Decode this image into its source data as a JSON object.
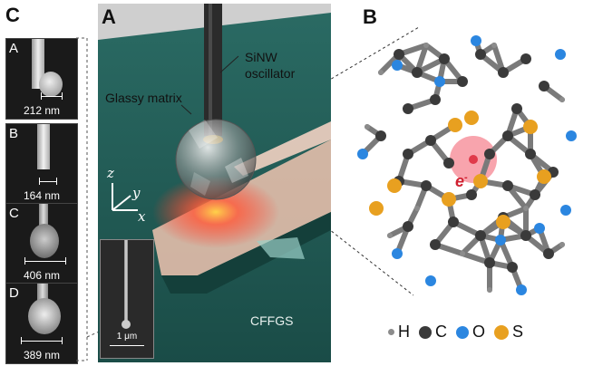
{
  "panels": {
    "c_letter": "C",
    "a_letter": "A",
    "b_letter": "B"
  },
  "sem_images": [
    {
      "label": "A",
      "scale": "212 nm"
    },
    {
      "label": "B",
      "scale": "164 nm"
    },
    {
      "label": "C",
      "scale": "406 nm"
    },
    {
      "label": "D",
      "scale": "389 nm"
    }
  ],
  "panel_a": {
    "oscillator_label_1": "SiNW",
    "oscillator_label_2": "oscillator",
    "glassy_label": "Glassy matrix",
    "surface_label": "CFFGS",
    "axis_z": "z",
    "axis_y": "y",
    "axis_x": "x",
    "inset_scale": "1 μm"
  },
  "panel_b": {
    "electron_label": "e",
    "electron_sup": "-"
  },
  "legend": [
    {
      "symbol": "H",
      "color": "#8c8c8c"
    },
    {
      "symbol": "C",
      "color": "#3a3a3a"
    },
    {
      "symbol": "O",
      "color": "#2b86e0"
    },
    {
      "symbol": "S",
      "color": "#e8a020"
    }
  ],
  "colors": {
    "surface": "#1f5a55",
    "hydrogen": "#8c8c8c",
    "carbon": "#3a3a3a",
    "oxygen": "#2b86e0",
    "sulfur": "#e8a020",
    "electron": "#e03a4a"
  }
}
